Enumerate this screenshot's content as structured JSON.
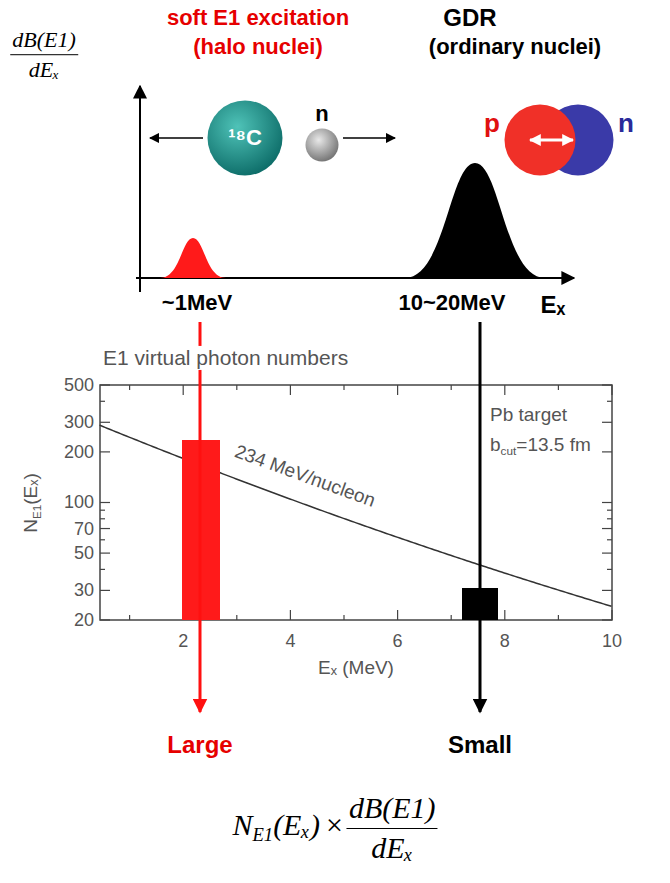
{
  "diagram": {
    "nodes": [
      {
        "text": [
          "¹⁸C"
        ]
      },
      {
        "text": [
          "n"
        ]
      },
      {
        "text": [
          "p"
        ]
      },
      {
        "text": [
          "n"
        ]
      }
    ],
    "labels": [
      "dB(E1)",
      "dEₓ",
      "soft E1 excitation",
      "(halo nuclei)",
      "GDR",
      "(ordinary nuclei)",
      "~1MeV",
      "10~20MeV",
      "Eₓ",
      "E1 virtual photon numbers",
      "500",
      "300",
      "200",
      "100",
      "70",
      "50",
      "30",
      "20",
      "N",
      "E1",
      "(Eₓ)",
      "2",
      "4",
      "6",
      "8",
      "10",
      "Eₓ (MeV)",
      "Pb target",
      "b",
      "cut",
      "=13.5 fm",
      "234 MeV/nucleon",
      "Large",
      "Small",
      "N",
      "E1",
      "(Eₓ)",
      "×",
      "dB(E1)",
      "dEₓ"
    ]
  }
}
